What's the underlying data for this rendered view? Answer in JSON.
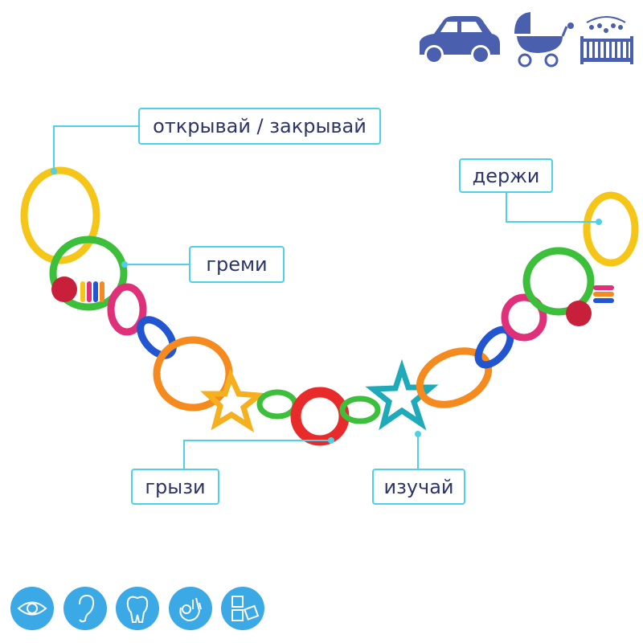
{
  "labels": {
    "open_close": "открывай / закрывай",
    "hold": "держи",
    "rattle": "греми",
    "chew": "грызи",
    "explore": "изучай"
  },
  "top_icons": [
    "car-icon",
    "stroller-icon",
    "crib-icon"
  ],
  "bottom_icons": [
    "eye-icon",
    "ear-icon",
    "tooth-icon",
    "hand-ok-icon",
    "abc-blocks-icon"
  ],
  "colors": {
    "label_border": "#4fd0e6",
    "label_text": "#2b3568",
    "icon_blue": "#4a5fae",
    "circle_blue": "#3aa9e6"
  }
}
